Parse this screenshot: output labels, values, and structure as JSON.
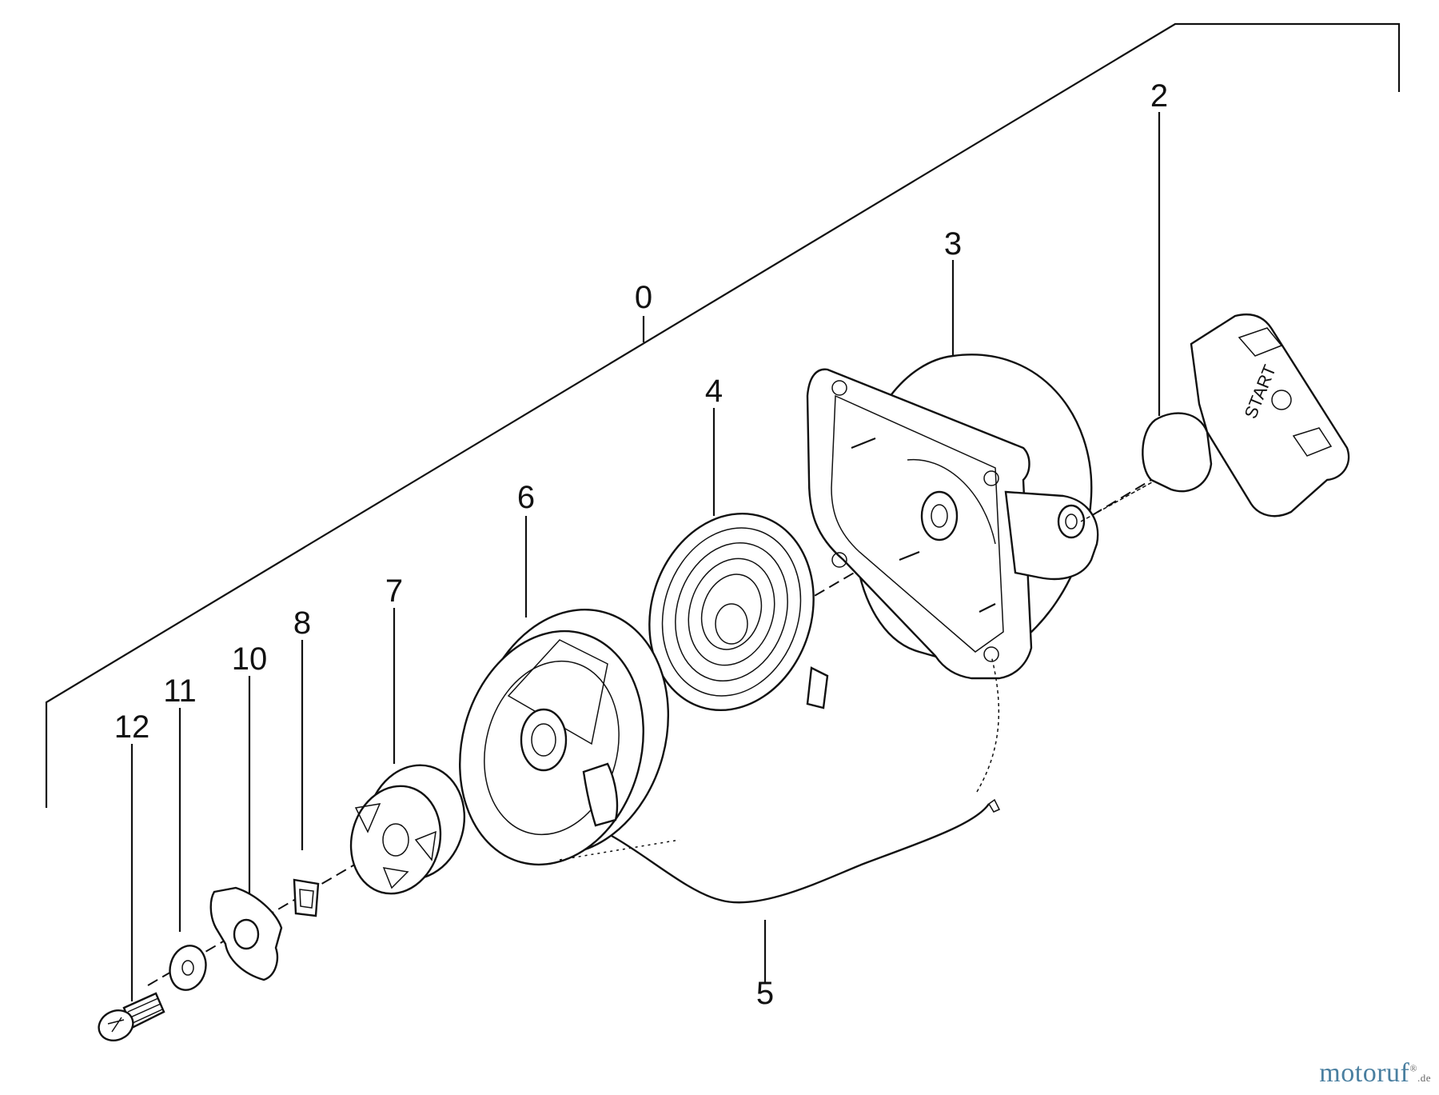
{
  "diagram": {
    "callouts": [
      {
        "id": "0",
        "label": "0"
      },
      {
        "id": "2",
        "label": "2"
      },
      {
        "id": "3",
        "label": "3"
      },
      {
        "id": "4",
        "label": "4"
      },
      {
        "id": "5",
        "label": "5"
      },
      {
        "id": "6",
        "label": "6"
      },
      {
        "id": "7",
        "label": "7"
      },
      {
        "id": "8",
        "label": "8"
      },
      {
        "id": "10",
        "label": "10"
      },
      {
        "id": "11",
        "label": "11"
      },
      {
        "id": "12",
        "label": "12"
      }
    ],
    "handle_text": "START",
    "watermark": {
      "name": "motoruf",
      "sup": "®",
      "tld": ".de"
    }
  }
}
